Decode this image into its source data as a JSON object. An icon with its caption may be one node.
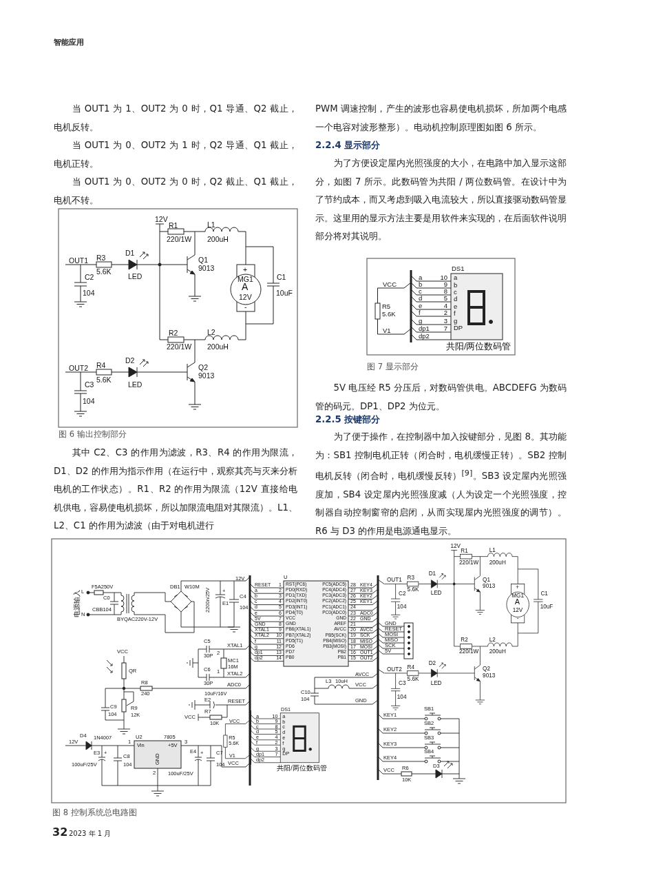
{
  "diagram": {
    "labels": [
      "智能应用",
      "当 OUT1 为 1、OUT2 为 0 时，Q1 导通、Q2 截止，电机反转。",
      "当 OUT1 为 0、OUT2 为 1 时，Q2 导通、Q1 截止，电机正转。",
      "当 OUT1 为 0、OUT2 为 0 时，Q2 截止、Q1 截止，电机不转。",
      "12V",
      "R1",
      "L1",
      "220/1W",
      "200uH",
      "D1",
      "OUT1",
      "R3",
      "Q1",
      "5.6K",
      "9013",
      "+",
      "C2",
      "LED",
      "MG1",
      "C1",
      "104",
      "A",
      "10uF",
      "12V",
      "-",
      "R2",
      "L2",
      "220/1W",
      "200uH",
      "D2",
      "OUT2",
      "R4",
      "Q2",
      "5.6K",
      "9013",
      "C3",
      "LED",
      "104",
      "图 6 输出控制部分",
      "其中 C2、C3 的作用为滤波，R3、R4 的作用为限流，D1、D2 的作用为指示作用（在运行中，观察其亮与灭来分析电机的工作状态）。R1、R2 的作用为限流（12V 直接给电机供电，容易使电机损坏，所以加限流电阻对其限流）。L1、L2、C1 的作用为滤波（由于对电机进行",
      "PWM 调速控制，产生的波形也容易使电机损坏，所加两个电感一个电容对波形整形）。电动机控制原理图如图 6 所示。",
      "2.2.4 显示部分",
      "为了方便设定屋内光照强度的大小，在电路中加入显示这部分，如图 7 所示。此数码管为共阳 / 两位数码管。在设计中为了节约成本，而又考虑到吸入电流较大，所以直接驱动数码管显示。这里用的显示方法主要是用软件来实现的，在后面软件说明部分将对其说明。",
      "DS1",
      "a",
      "10",
      "a",
      "VCC",
      "b",
      "9",
      "b",
      "c",
      "8",
      "c",
      "d",
      "5",
      "d",
      "R5",
      "e",
      "4",
      "e",
      "5.6K",
      "f",
      "2",
      "f",
      "g",
      "3",
      "g",
      "V1",
      "dp1",
      "7",
      "DP",
      "dp2",
      "共阳/两位数码管",
      "图 7 显示部分",
      "5V 电压经 R5 分压后，对数码管供电。ABCDEFG 为数码管的码元。DP1、DP2 为位元。",
      "2.2.5 按键部分",
      "为了便于操作，在控制器中加入按键部分，见图 8。其功能为：SB1 控制电机正转（闭合时，电机缓慢正转）。SB2 控制电机反转（闭合时，电机缓慢反转）$^{[9]}$。SB3 设定屋内光照强度加，SB4 设定屋内光照强度减（人为设定一个光照强度，控制器自动控制窗帘的启闭，从而实现屋内光照强度的调节）。R6 与 D3 的作用是电源通电显示。",
      "12V",
      "电源输入",
      "F5A250V",
      "DB1",
      "W10M",
      "2200n/25V",
      "L",
      "C0",
      "+",
      "C4",
      "E1",
      "104",
      "CBB104",
      "N",
      "BYQAC220V-12V",
      "C5",
      "XTAL1",
      "VCC",
      "30P",
      "2",
      "MC1",
      "16M",
      "QR",
      "C6",
      "1",
      "XTAL2",
      "R8",
      "30P",
      "ADC0",
      "240",
      "10uF/16V",
      "E2",
      "RESET",
      "C9",
      "R9",
      "R7",
      "104",
      "12K",
      "VCC",
      "10K",
      "D4",
      "1N4007",
      "U2",
      "7805",
      "12V",
      "1",
      "3",
      "Vin",
      "+5V",
      "E3",
      "+",
      "C8",
      "GND",
      "E4",
      "+",
      "C7",
      "100uF/25V",
      "104",
      "104",
      "VCC",
      "2",
      "100uF/25V",
      "U",
      "RESET",
      "a",
      "b",
      "c",
      "d",
      "e",
      "5V",
      "GND",
      "XTAL1",
      "XTAL2",
      "f",
      "g",
      "dp1",
      "dp2",
      "1",
      "2",
      "3",
      "4",
      "5",
      "6",
      "7",
      "8",
      "9",
      "10",
      "11",
      "12",
      "13",
      "14",
      "RST(PC6)",
      "PD0(RXD)",
      "PD1(TXD)",
      "PD2(INT0)",
      "PD3(INT1)",
      "PD4(T0)",
      "VCC",
      "GND",
      "PB6(XTAL1)",
      "PB7(XTAL2)",
      "PD5(T1)",
      "PD6",
      "PD7",
      "PB0",
      "PC5(ADC5)",
      "PC4(ADC4)",
      "PC3(ADC3)",
      "PC2(ADC2)",
      "PC1(ADC1)",
      "PC0(ADC0)",
      "GND",
      "AREF",
      "AVCC",
      "PB5(SCK)",
      "PB4(MISO)",
      "PB3(MOSI)",
      "PB2",
      "PB1",
      "28",
      "27",
      "26",
      "25",
      "24",
      "23",
      "22",
      "21",
      "20",
      "19",
      "18",
      "17",
      "16",
      "15",
      "KEY4",
      "KEY3",
      "KEY2",
      "KEY1",
      "ADC0",
      "GND",
      "AVCC",
      "SCK",
      "MISO",
      "MOSI",
      "OUT1",
      "OUT2",
      "AVCC",
      "L3",
      "10uH",
      "VCC",
      "C10",
      "104",
      "GND",
      "DS1",
      "a",
      "10",
      "a",
      "VCC",
      "b",
      "9",
      "b",
      "c",
      "8",
      "c",
      "d",
      "5",
      "d",
      "R5",
      "e",
      "4",
      "e",
      "5.6K",
      "f",
      "2",
      "f",
      "g",
      "3",
      "g",
      "V1",
      "dp1",
      "7",
      "DP",
      "dp2",
      "共阳/两位数码管",
      "12V",
      "R1",
      "L1",
      "220/1W",
      "200uH",
      "D1",
      "OUT1",
      "R3",
      "Q1",
      "5.6K",
      "9013",
      "+",
      "C2",
      "LED",
      "MG1",
      "C1",
      "104",
      "A",
      "10uF",
      "12V",
      "-",
      "R2",
      "L2",
      "220/1W",
      "200uH",
      "D2",
      "OUT2",
      "R4",
      "Q2",
      "5.6K",
      "9013",
      "C3",
      "LED",
      "104",
      "GND",
      "RESET",
      "MOSI",
      "MISO",
      "SCK",
      "5V",
      "SB1",
      "KEY1",
      "SB2",
      "KEY2",
      "SB3",
      "KEY3",
      "SB4",
      "KEY4",
      "D3",
      "VCC",
      "R6",
      "10K",
      "图 8 控制系统总电路图",
      "32",
      "2023 年 1 月"
    ]
  }
}
